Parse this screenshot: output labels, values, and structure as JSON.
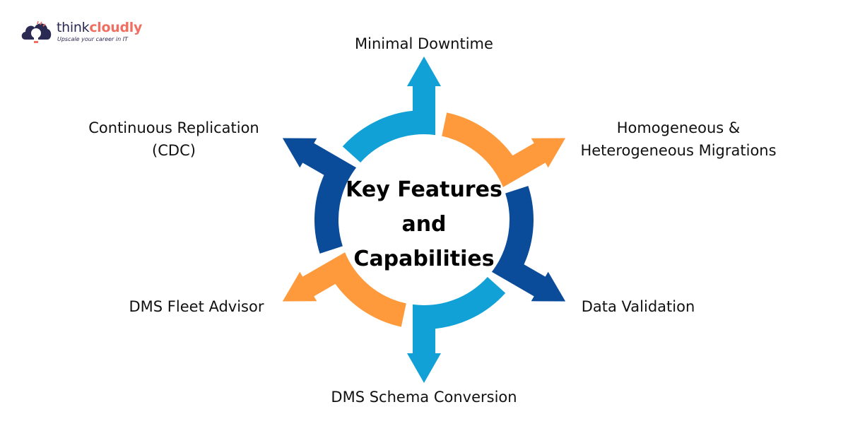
{
  "brand": {
    "name_part1": "think",
    "name_part2": "cloudly",
    "tagline": "Upscale your career in IT",
    "colors": {
      "navy": "#2b2a52",
      "salmon": "#ef6f63"
    }
  },
  "center": {
    "line1": "Key Features",
    "line2": "and",
    "line3": "Capabilities"
  },
  "features": [
    {
      "label_lines": [
        "Minimal Downtime"
      ],
      "direction": "up",
      "color": "#12a1d6"
    },
    {
      "label_lines": [
        "Homogeneous &",
        "Heterogeneous Migrations"
      ],
      "direction": "up-right",
      "color": "#ff9a3c"
    },
    {
      "label_lines": [
        "Data Validation"
      ],
      "direction": "down-right",
      "color": "#0a4b9a"
    },
    {
      "label_lines": [
        "DMS Schema Conversion"
      ],
      "direction": "down",
      "color": "#12a1d6"
    },
    {
      "label_lines": [
        "DMS Fleet Advisor"
      ],
      "direction": "down-left",
      "color": "#ff9a3c"
    },
    {
      "label_lines": [
        "Continuous Replication",
        "(CDC)"
      ],
      "direction": "up-left",
      "color": "#0a4b9a"
    }
  ]
}
